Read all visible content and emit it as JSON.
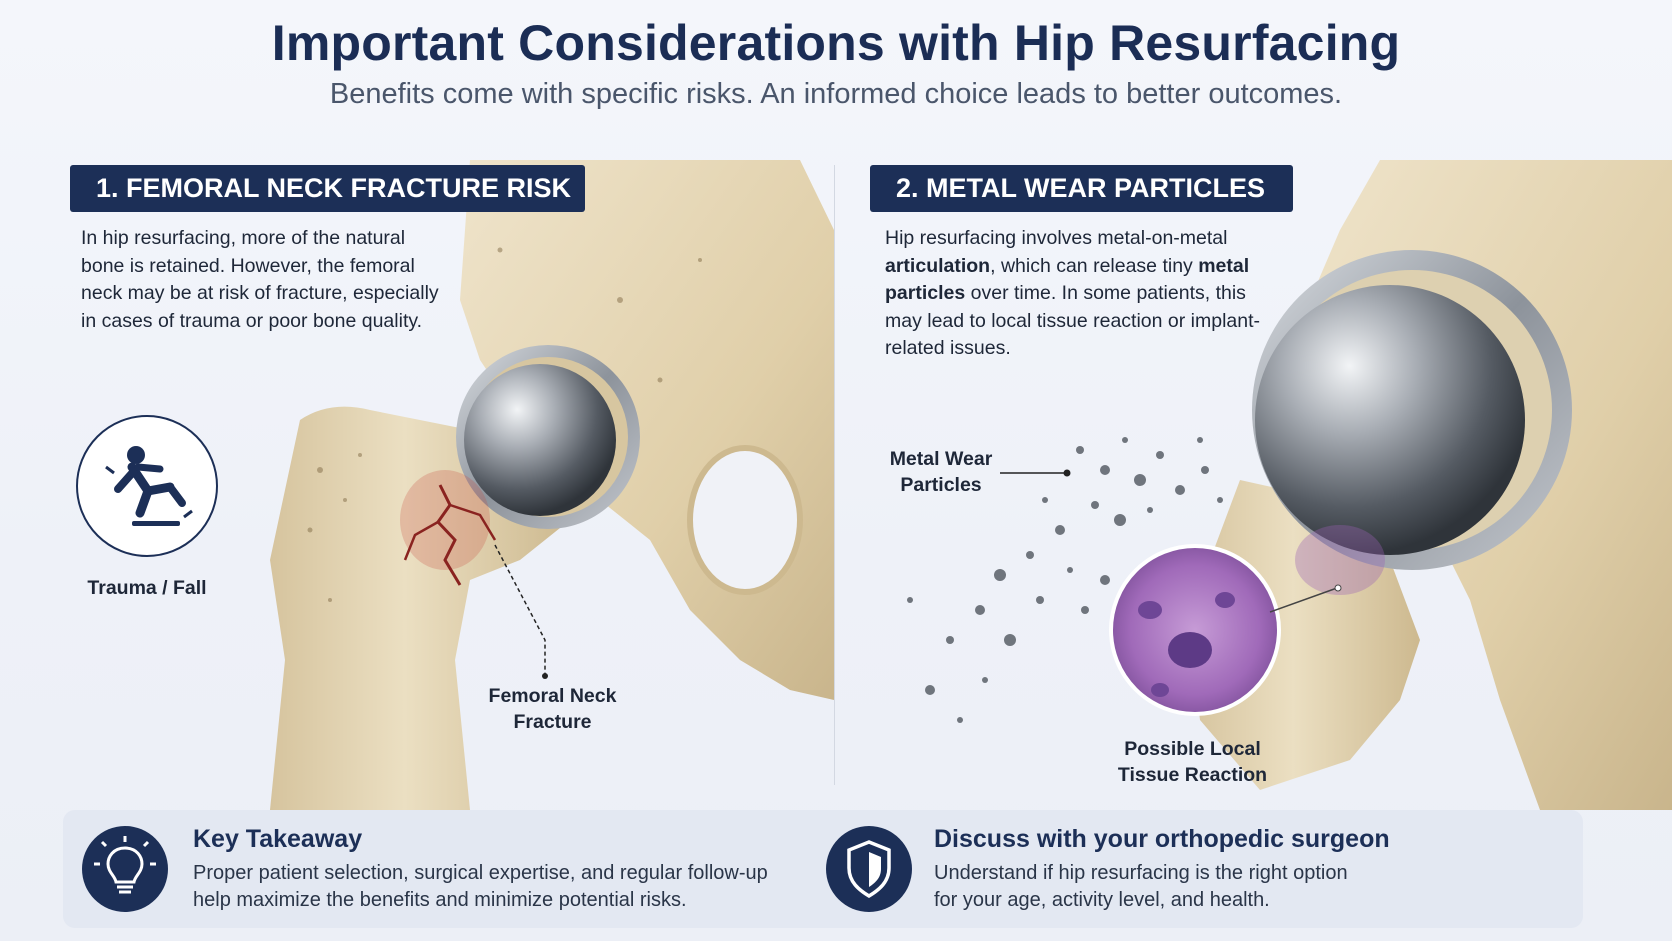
{
  "header": {
    "title": "Important Considerations with Hip Resurfacing",
    "subtitle": "Benefits come with specific risks. An informed choice leads to better outcomes."
  },
  "section1": {
    "heading": "1. FEMORAL NECK FRACTURE RISK",
    "description": "In hip resurfacing, more of the natural bone is retained. However, the femoral neck may be at risk of fracture, especially in cases of trauma or poor bone quality.",
    "icon": "falling-person-icon",
    "icon_label": "Trauma / Fall",
    "callout_line1": "Femoral Neck",
    "callout_line2": "Fracture"
  },
  "section2": {
    "heading": "2. METAL WEAR PARTICLES",
    "desc_part1": "Hip resurfacing involves metal-on-metal ",
    "desc_bold1": "articulation",
    "desc_part2": ", which can release tiny ",
    "desc_bold2": "metal particles",
    "desc_part3": " over time. In some patients, this may lead to local tissue reaction or implant-related issues.",
    "callout_particles_line1": "Metal Wear",
    "callout_particles_line2": "Particles",
    "callout_tissue_line1": "Possible Local",
    "callout_tissue_line2": "Tissue Reaction"
  },
  "footer": {
    "left_icon": "lightbulb-icon",
    "left_title": "Key Takeaway",
    "left_text": "Proper patient selection, surgical expertise, and regular follow-up help maximize the benefits and minimize potential risks.",
    "right_icon": "shield-icon",
    "right_title": "Discuss with your orthopedic surgeon",
    "right_text": "Understand if hip resurfacing is the right option for your age, activity level, and health."
  },
  "colors": {
    "navy": "#1c2f57",
    "bone": "#e6d7b8",
    "metal": "#8f969f",
    "fracture": "#b0302e",
    "tissue": "#9a62b5"
  }
}
